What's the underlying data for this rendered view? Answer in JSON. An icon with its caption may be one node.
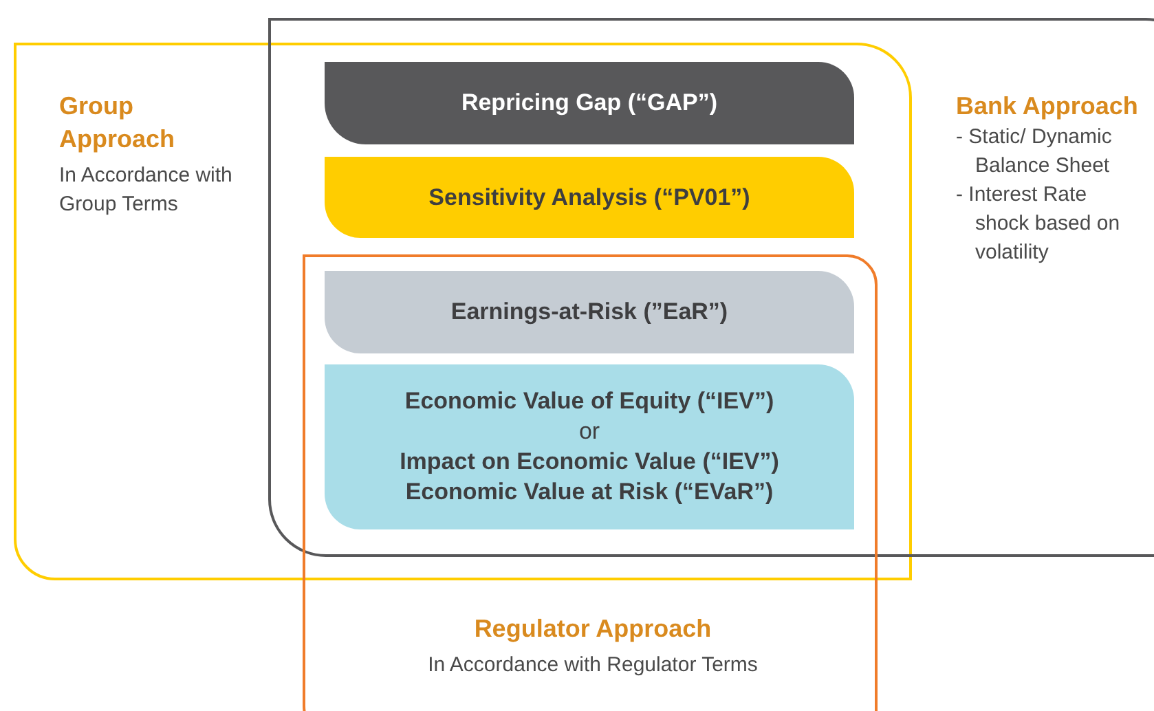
{
  "diagram": {
    "nodes": [
      {
        "text": [
          "Group Approach",
          "In Accordance with Group Terms"
        ]
      },
      {
        "text": [
          "Bank Approach",
          "- Static/ Dynamic Balance Sheet",
          "- Interest Rate shock based on volatility"
        ]
      },
      {
        "text": [
          "Regulator Approach",
          "In Accordance with Regulator Terms"
        ]
      },
      {
        "text": [
          "Repricing Gap (“GAP”)"
        ]
      },
      {
        "text": [
          "Sensitivity Analysis (“PV01”)"
        ]
      },
      {
        "text": [
          "Earnings-at-Risk (”EaR”)"
        ]
      },
      {
        "text": [
          "Economic Value of Equity (“IEV”)",
          "or",
          "Impact on Economic Value (“IEV”)",
          "Economic Value at Risk (“EVaR”)"
        ]
      }
    ]
  }
}
